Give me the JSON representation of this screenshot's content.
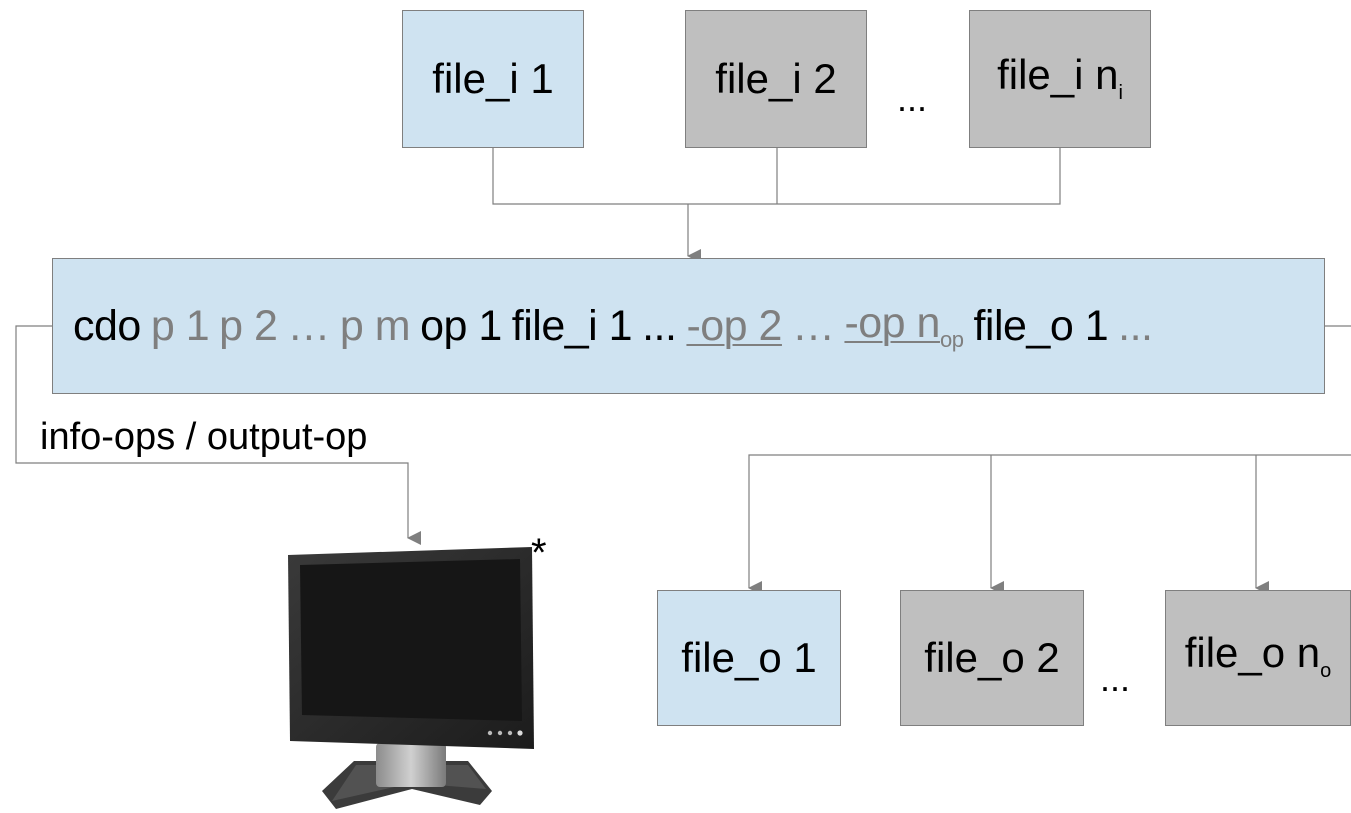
{
  "inputs": {
    "file1": "file_i 1",
    "file2": "file_i 2",
    "ellipsis": "...",
    "fileN_base": "file_i n",
    "fileN_sub": "i"
  },
  "command": {
    "cdo": "cdo",
    "p1": "p 1",
    "p2": "p 2",
    "ell1": "…",
    "pm": "p m",
    "op1": "op 1",
    "file_i1": "file_i 1",
    "ell2": "...",
    "op2": "-op 2",
    "ell3": "…",
    "opn_base": "-op n",
    "opn_sub": "op",
    "file_o1": "file_o 1",
    "ell4": "..."
  },
  "info_label": "info-ops / output-op",
  "monitor_marker": "*",
  "outputs": {
    "file1": "file_o 1",
    "file2": "file_o 2",
    "ellipsis": "...",
    "fileN_base": "file_o n",
    "fileN_sub": "o"
  },
  "colors": {
    "primary_box": "#cfe3f1",
    "secondary_box": "#bfbfbf",
    "connector": "#7f7f7f",
    "parameter_text": "#7f7f7f"
  },
  "icons": {
    "monitor": "monitor-icon"
  }
}
